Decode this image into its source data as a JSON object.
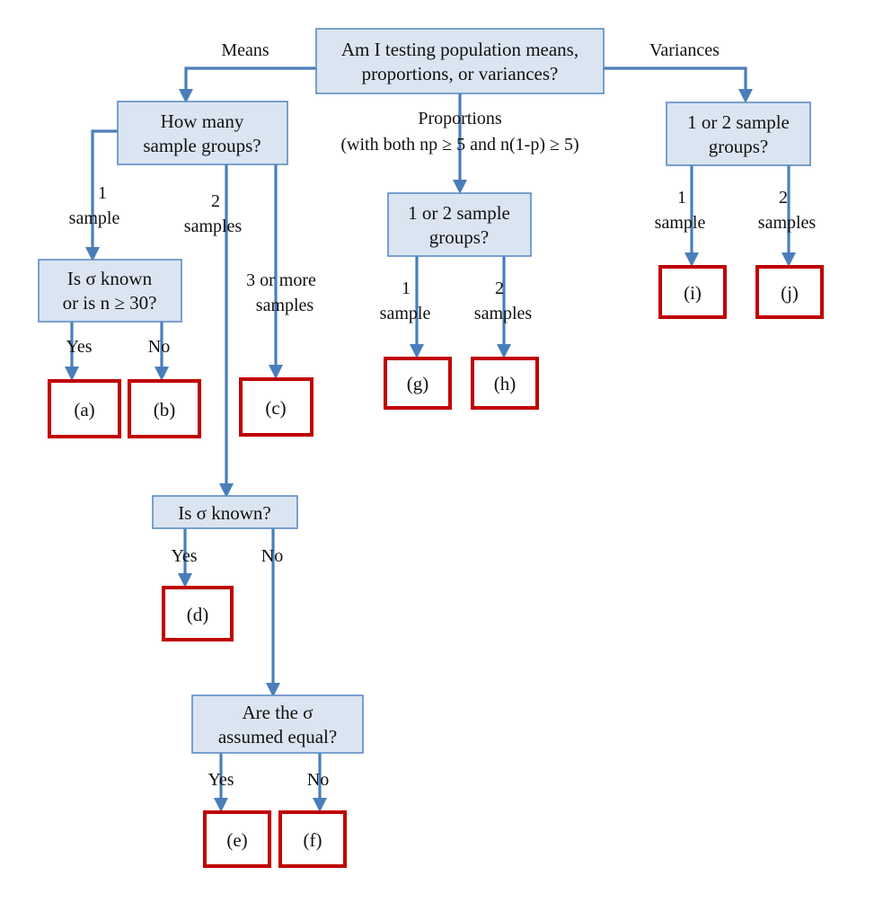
{
  "diagram": {
    "title": "Hypothesis test selection decision tree",
    "colors": {
      "decision_fill": "#dbe5f1",
      "decision_stroke": "#5b8cc3",
      "leaf_fill": "#ffffff",
      "leaf_stroke": "#c00000",
      "connector": "#4a7ebb",
      "text": "#111111",
      "background": "#ffffff"
    },
    "nodes": {
      "root": {
        "line1": "Am I testing population means,",
        "line2": "proportions, or variances?"
      },
      "means_groups": {
        "line1": "How many",
        "line2": "sample groups?"
      },
      "means_one_sigma": {
        "line1": "Is σ known",
        "line2": "or is n ≥ 30?"
      },
      "means_two_sigma": {
        "line1": "Is σ known?"
      },
      "means_sigma_equal": {
        "line1": "Are the σ",
        "line2": "assumed equal?"
      },
      "prop_groups": {
        "line1": "1 or 2 sample",
        "line2": "groups?"
      },
      "var_groups": {
        "line1": "1 or 2 sample",
        "line2": "groups?"
      }
    },
    "edge_labels": {
      "means": "Means",
      "variances": "Variances",
      "proportions_line1": "Proportions",
      "proportions_line2": "(with both np ≥ 5 and n(1-p) ≥ 5)",
      "means_1_sample_l1": "1",
      "means_1_sample_l2": "sample",
      "means_2_samples_l1": "2",
      "means_2_samples_l2": "samples",
      "means_3_or_more_l1": "3 or more",
      "means_3_or_more_l2": "samples",
      "sigma30_yes": "Yes",
      "sigma30_no": "No",
      "sigma_known_yes": "Yes",
      "sigma_known_no": "No",
      "sigma_equal_yes": "Yes",
      "sigma_equal_no": "No",
      "prop_1_sample_l1": "1",
      "prop_1_sample_l2": "sample",
      "prop_2_samples_l1": "2",
      "prop_2_samples_l2": "samples",
      "var_1_sample_l1": "1",
      "var_1_sample_l2": "sample",
      "var_2_samples_l1": "2",
      "var_2_samples_l2": "samples"
    },
    "leaves": {
      "a": "(a)",
      "b": "(b)",
      "c": "(c)",
      "d": "(d)",
      "e": "(e)",
      "f": "(f)",
      "g": "(g)",
      "h": "(h)",
      "i": "(i)",
      "j": "(j)"
    }
  }
}
